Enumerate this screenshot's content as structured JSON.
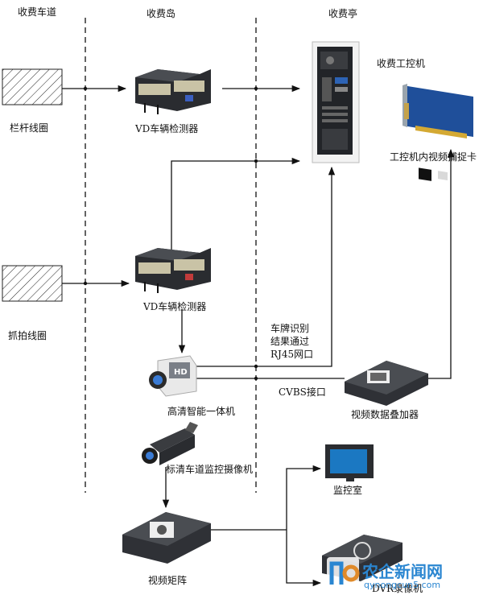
{
  "zones": {
    "lane": "收费车道",
    "island": "收费岛",
    "booth": "收费亭"
  },
  "labels": {
    "barrier_coil": "栏杆线圈",
    "vd_top": "VD车辆检测器",
    "vd_bottom": "VD车辆检测器",
    "capture_coil": "抓拍线圈",
    "pc": "收费工控机",
    "capture_card": "工控机内视频捕捉卡",
    "plate_result": "车牌识别\n结果通过\nRJ45网口",
    "cvbs": "CVBS接口",
    "hd_camera": "高清智能一体机",
    "overlay": "视频数据叠加器",
    "sd_camera": "标清车道监控摄像机",
    "monitor_room": "监控室",
    "matrix": "视频矩阵",
    "dvr": "DVR录像机"
  },
  "watermark": {
    "brand": "农企新闻网",
    "url": "qynongcun5.com",
    "logo_letters": "nq"
  },
  "colors": {
    "line": "#111111",
    "device_dark": "#2f3136",
    "screen_blue": "#1b78c2",
    "watermark_blue": "#2a86d1",
    "card_blue": "#1f4f9a"
  }
}
